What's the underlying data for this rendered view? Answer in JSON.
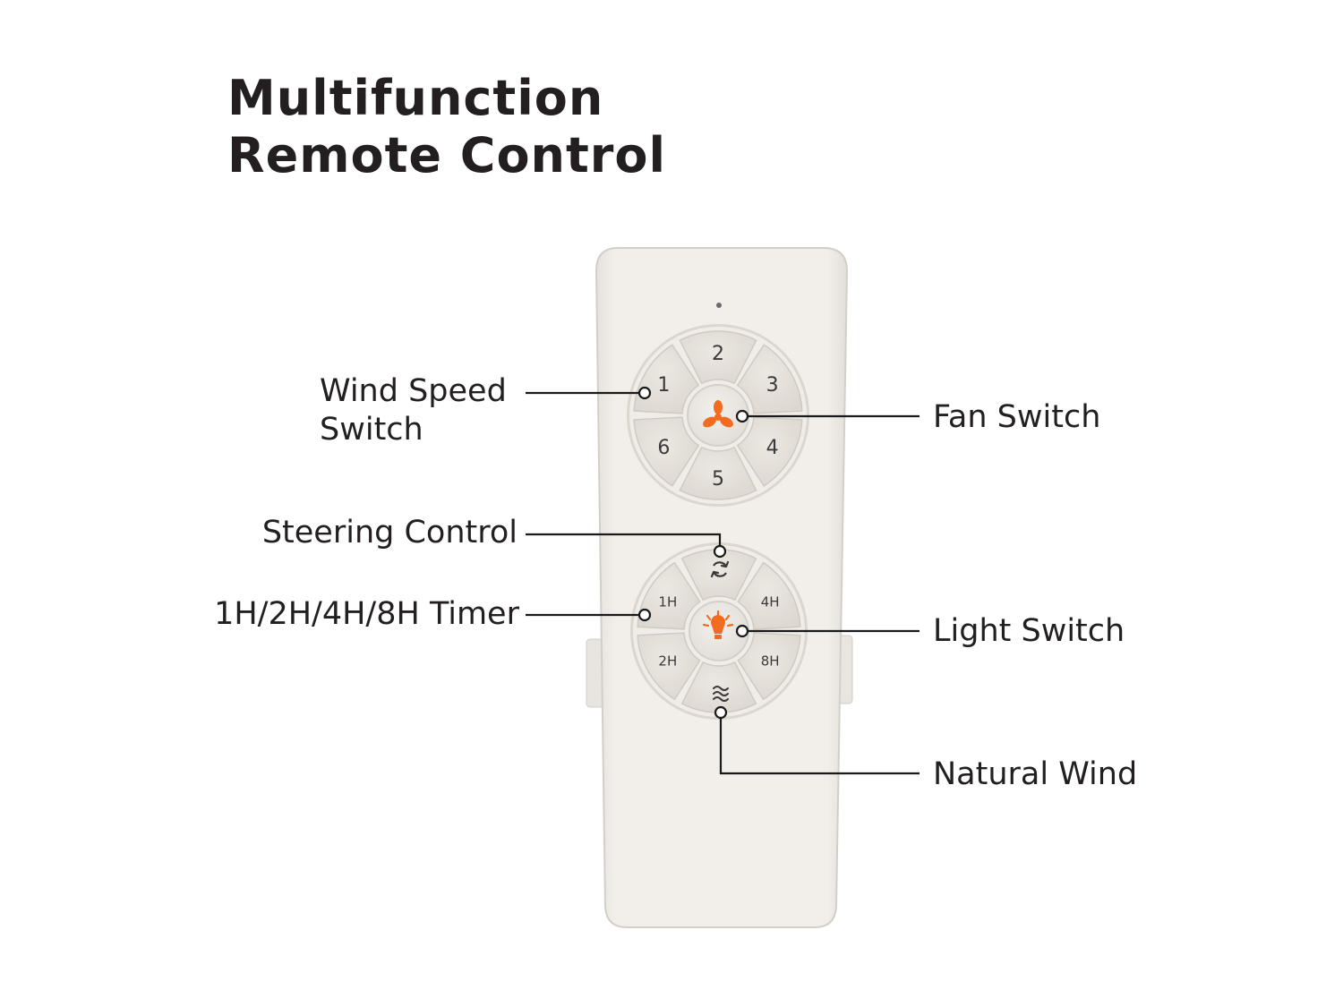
{
  "title": {
    "line1": "Multifunction",
    "line2": "Remote Control"
  },
  "callouts": {
    "wind_speed": {
      "line1": "Wind Speed",
      "line2": "Switch"
    },
    "fan_switch": "Fan Switch",
    "steering": "Steering Control",
    "timer": "1H/2H/4H/8H Timer",
    "light_switch": "Light Switch",
    "natural_wind": "Natural Wind"
  },
  "upper_keypad": {
    "keys": [
      "2",
      "3",
      "4",
      "5",
      "6",
      "1"
    ],
    "center_icon": "fan-icon"
  },
  "lower_keypad": {
    "keys": [
      "4H",
      "8H",
      "2H",
      "1H"
    ],
    "top_icon": "steering-arrows-icon",
    "bottom_icon": "natural-wind-icon",
    "center_icon": "light-bulb-icon"
  },
  "colors": {
    "accent": "#f26b21",
    "remote_body": "#eeebe6",
    "key": "#e4e0d9",
    "line": "#1a1a1a"
  }
}
